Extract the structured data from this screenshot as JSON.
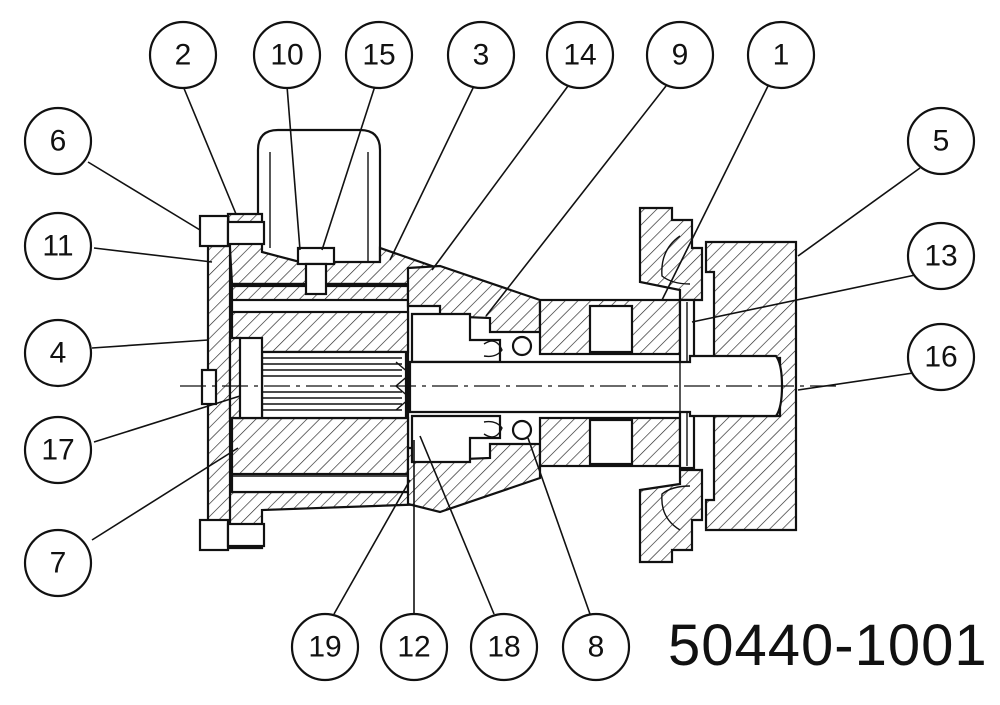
{
  "drawing": {
    "part_number": "50440-1001",
    "callouts": [
      {
        "id": "callout-2",
        "label": "2"
      },
      {
        "id": "callout-10",
        "label": "10"
      },
      {
        "id": "callout-15",
        "label": "15"
      },
      {
        "id": "callout-3",
        "label": "3"
      },
      {
        "id": "callout-14",
        "label": "14"
      },
      {
        "id": "callout-9",
        "label": "9"
      },
      {
        "id": "callout-1",
        "label": "1"
      },
      {
        "id": "callout-6",
        "label": "6"
      },
      {
        "id": "callout-5",
        "label": "5"
      },
      {
        "id": "callout-11",
        "label": "11"
      },
      {
        "id": "callout-13",
        "label": "13"
      },
      {
        "id": "callout-4",
        "label": "4"
      },
      {
        "id": "callout-16",
        "label": "16"
      },
      {
        "id": "callout-17",
        "label": "17"
      },
      {
        "id": "callout-7",
        "label": "7"
      },
      {
        "id": "callout-19",
        "label": "19"
      },
      {
        "id": "callout-12",
        "label": "12"
      },
      {
        "id": "callout-18",
        "label": "18"
      },
      {
        "id": "callout-8",
        "label": "8"
      }
    ]
  }
}
